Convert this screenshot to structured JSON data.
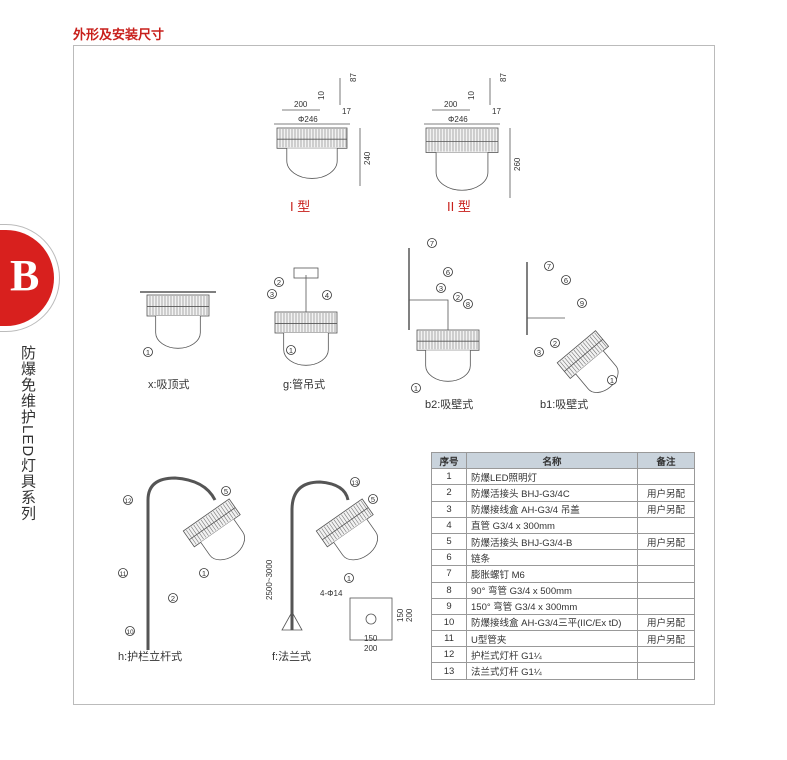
{
  "section_title": "外形及安装尺寸",
  "badge_letter": "B",
  "side_title": "防爆免维护LED灯具系列",
  "dimension_figures": [
    {
      "type_label": "I 型",
      "dims": [
        "87",
        "10",
        "200",
        "17",
        "Φ246",
        "240"
      ]
    },
    {
      "type_label": "II 型",
      "dims": [
        "87",
        "10",
        "200",
        "17",
        "Φ246",
        "260"
      ]
    }
  ],
  "install_figures": [
    {
      "caption": "x:吸顶式",
      "callouts": [
        "1"
      ]
    },
    {
      "caption": "g:管吊式",
      "callouts": [
        "3",
        "2",
        "4",
        "1"
      ]
    },
    {
      "caption": "b2:吸壁式",
      "callouts": [
        "7",
        "6",
        "3",
        "2",
        "8",
        "1"
      ]
    },
    {
      "caption": "b1:吸壁式",
      "callouts": [
        "7",
        "6",
        "9",
        "2",
        "3",
        "1"
      ]
    },
    {
      "caption": "h:护栏立杆式",
      "callouts": [
        "12",
        "5",
        "11",
        "2",
        "10",
        "1"
      ]
    },
    {
      "caption": "f:法兰式",
      "callouts": [
        "13",
        "5",
        "1"
      ],
      "dims": [
        "2500~3000",
        "4-Φ14",
        "150",
        "200",
        "150",
        "200"
      ]
    }
  ],
  "parts_table": {
    "headers": [
      "序号",
      "名称",
      "备注"
    ],
    "rows": [
      [
        "1",
        "防爆LED照明灯",
        ""
      ],
      [
        "2",
        "防爆活接头 BHJ-G3/4C",
        "用户另配"
      ],
      [
        "3",
        "防爆接线盒 AH-G3/4 吊盖",
        "用户另配"
      ],
      [
        "4",
        "直管 G3/4 x 300mm",
        ""
      ],
      [
        "5",
        "防爆活接头 BHJ-G3/4-B",
        "用户另配"
      ],
      [
        "6",
        "链条",
        ""
      ],
      [
        "7",
        "膨胀螺钉 M6",
        ""
      ],
      [
        "8",
        "90°  弯管 G3/4 x 500mm",
        ""
      ],
      [
        "9",
        "150°  弯管 G3/4 x 300mm",
        ""
      ],
      [
        "10",
        "防爆接线盒 AH-G3/4三平(IIC/Ex tD)",
        "用户另配"
      ],
      [
        "11",
        "U型管夹",
        "用户另配"
      ],
      [
        "12",
        "护栏式灯杆 G1¼",
        ""
      ],
      [
        "13",
        "法兰式灯杆 G1¼",
        ""
      ]
    ]
  },
  "colors": {
    "accent": "#c8201c",
    "header_bg": "#c9d3dc"
  }
}
